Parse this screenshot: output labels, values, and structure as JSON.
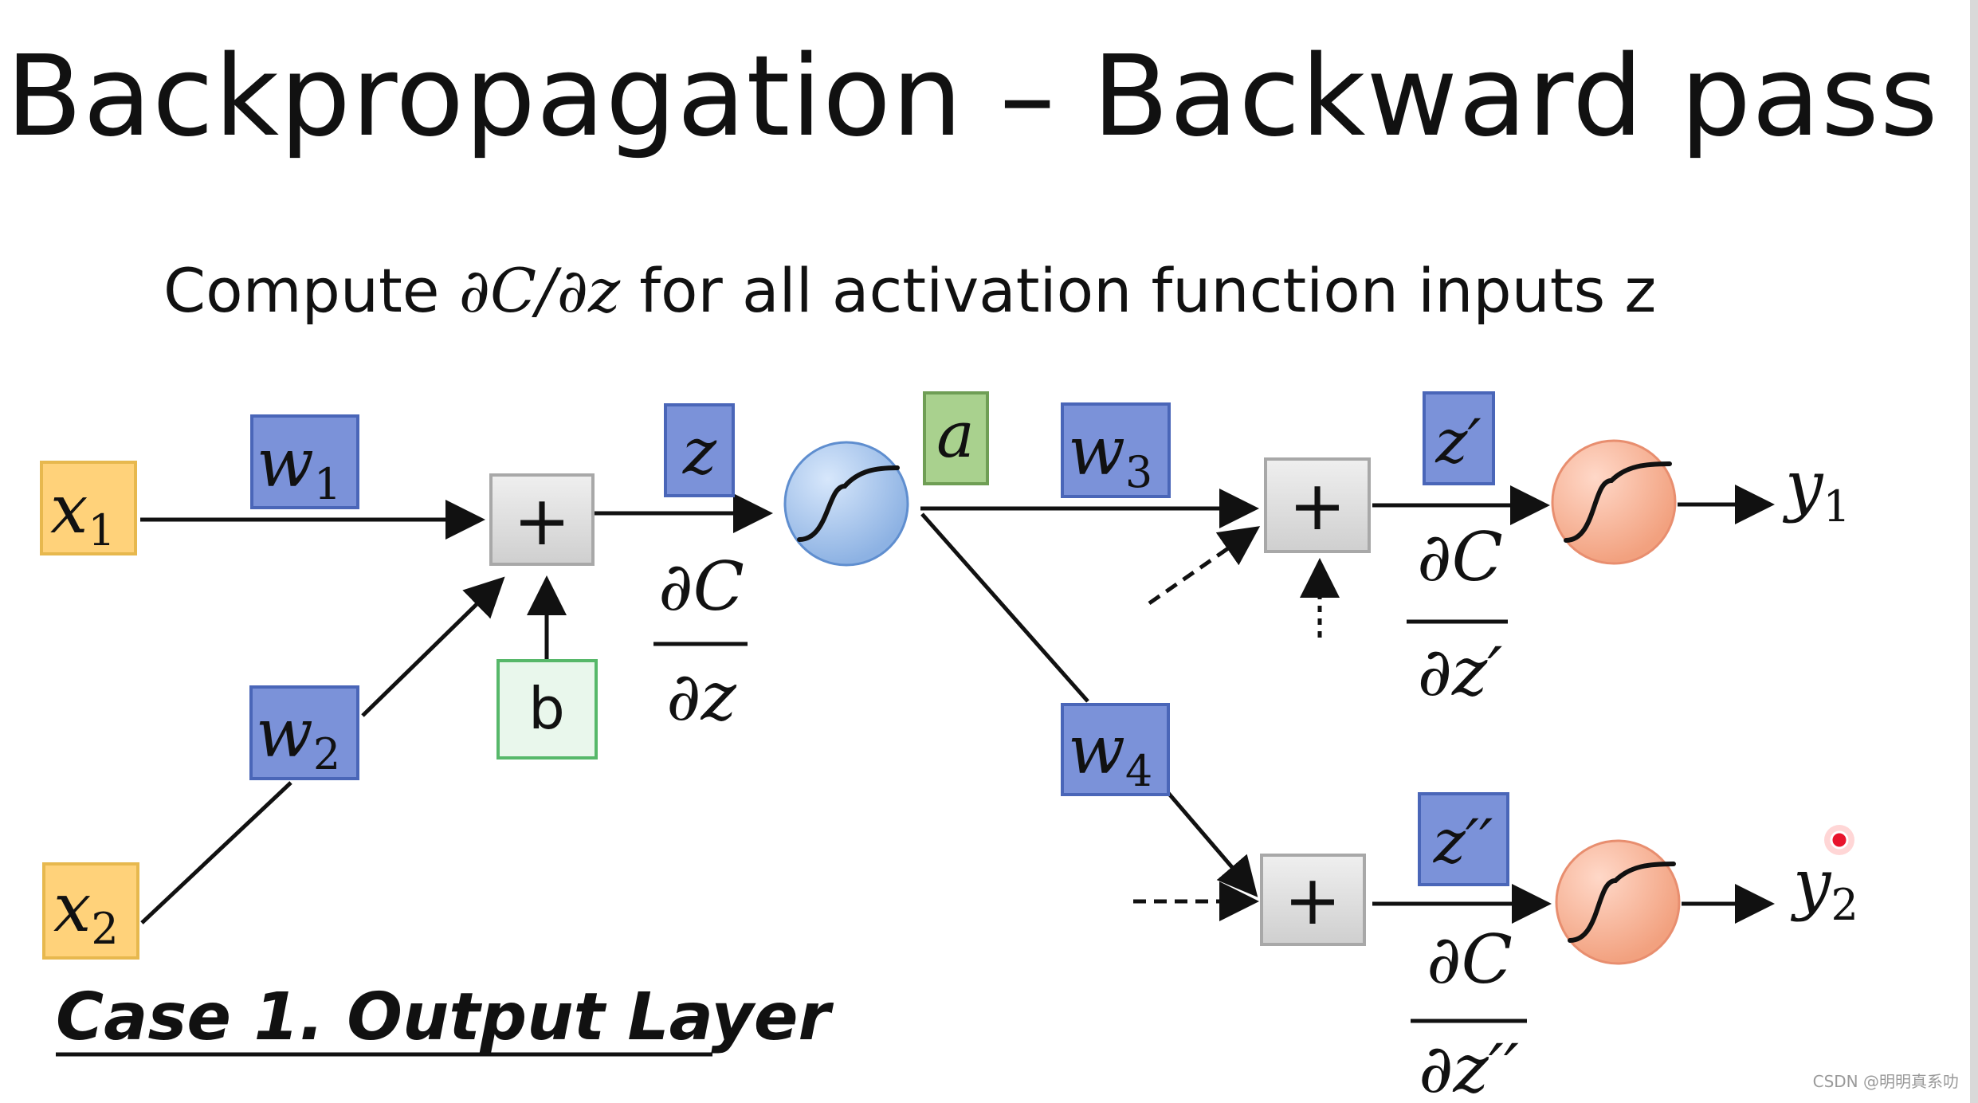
{
  "slide": {
    "title": "Backpropagation – Backward pass",
    "subtitle_prefix": "Compute ",
    "subtitle_math": "∂C/∂z",
    "subtitle_suffix": " for all activation function inputs z"
  },
  "diagram": {
    "inputs": [
      {
        "symbol": "x",
        "subscript": "1"
      },
      {
        "symbol": "x",
        "subscript": "2"
      }
    ],
    "weights": [
      {
        "symbol": "w",
        "subscript": "1"
      },
      {
        "symbol": "w",
        "subscript": "2"
      },
      {
        "symbol": "w",
        "subscript": "3"
      },
      {
        "symbol": "w",
        "subscript": "4"
      }
    ],
    "bias": "b",
    "sum_symbol": "+",
    "z": "z",
    "a": "a",
    "z_prime": "z′",
    "z_double_prime": "z′′",
    "dC": "∂C",
    "dz": "∂z",
    "dz_prime": "∂z′",
    "dz_double_prime": "∂z′′",
    "outputs": [
      {
        "symbol": "y",
        "subscript": "1"
      },
      {
        "symbol": "y",
        "subscript": "2"
      }
    ],
    "case_label": "Case 1. Output Layer"
  },
  "watermark": "CSDN @明明真系叻",
  "colors": {
    "input_fill": "#FFD27A",
    "input_border": "#E7B84E",
    "weight_fill": "#7B92D9",
    "weight_border": "#4A66B8",
    "a_fill": "#A9D18E",
    "a_border": "#6F9E55",
    "bias_fill": "#E9F7EC",
    "bias_border": "#57B86A",
    "sum_fill": "#D4D4D4",
    "sum_border": "#A8A8A8",
    "sigmoid_blue": "#8DB2E3",
    "sigmoid_orange": "#F2A17F",
    "cursor_red": "#E8142C"
  }
}
